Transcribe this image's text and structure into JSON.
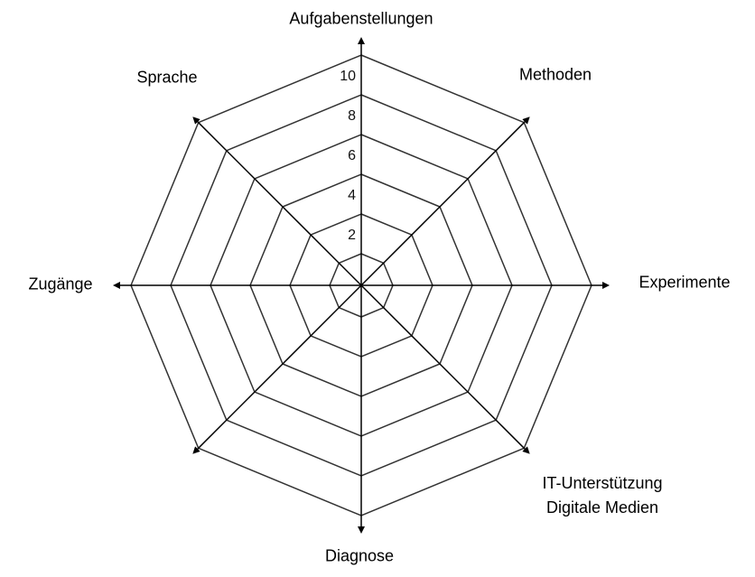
{
  "chart_data": {
    "type": "radar",
    "axes": [
      "Aufgabenstellungen",
      "Methoden",
      "Experimente",
      "IT-Unterstützung Digitale Medien",
      "Diagnose",
      "Zugänge",
      "Sprache"
    ],
    "axis_labels": {
      "top": "Aufgabenstellungen",
      "top_right": "Methoden",
      "right": "Experimente",
      "bottom_right_1": "IT-Unterstützung",
      "bottom_right_2": "Digitale Medien",
      "bottom": "Diagnose",
      "left": "Zugänge",
      "top_left": "Sprache"
    },
    "tick_labels": [
      "2",
      "4",
      "6",
      "8",
      "10"
    ],
    "rings": 6,
    "series": [],
    "line_color": "#333333"
  }
}
